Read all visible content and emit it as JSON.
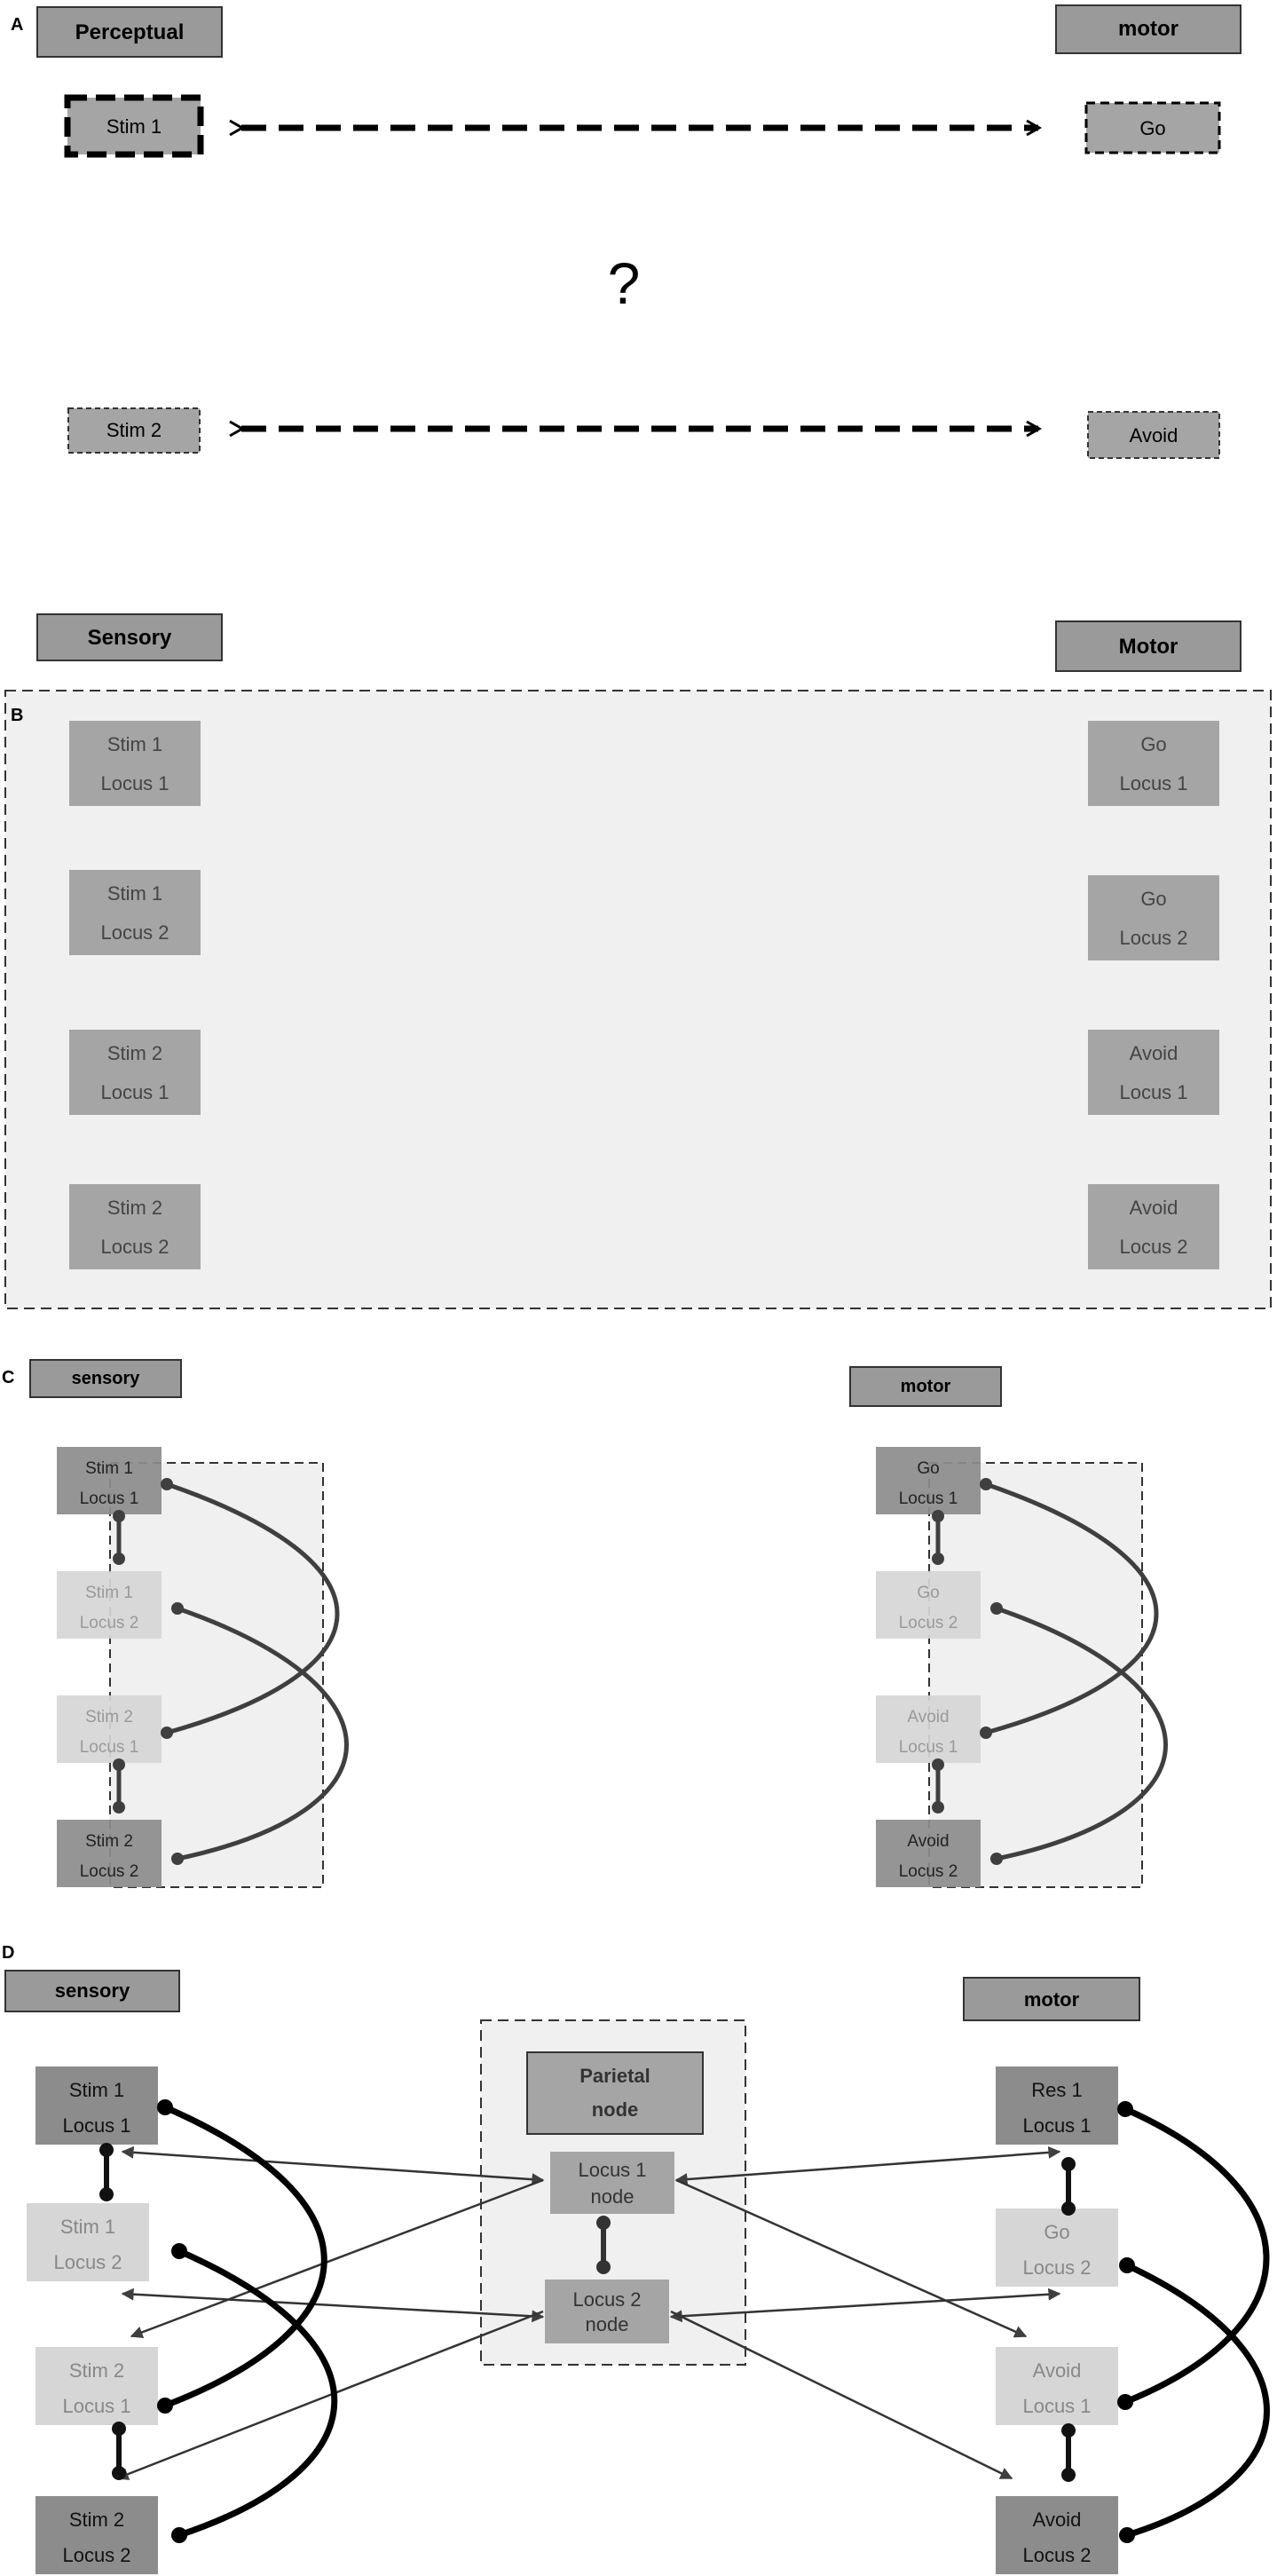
{
  "panel_a": {
    "letter": "A",
    "left_header": "Perceptual",
    "right_header": "motor",
    "stim1": "Stim 1",
    "stim2": "Stim 2",
    "go": "Go",
    "avoid": "Avoid",
    "question": "?"
  },
  "panel_b": {
    "letter": "B",
    "left_header": "Sensory",
    "right_header": "Motor",
    "left_boxes": [
      {
        "line1": "Stim 1",
        "line2": "Locus 1"
      },
      {
        "line1": "Stim 1",
        "line2": "Locus 2"
      },
      {
        "line1": "Stim 2",
        "line2": "Locus 1"
      },
      {
        "line1": "Stim 2",
        "line2": "Locus 2"
      }
    ],
    "right_boxes": [
      {
        "line1": "Go",
        "line2": "Locus 1"
      },
      {
        "line1": "Go",
        "line2": "Locus 2"
      },
      {
        "line1": "Avoid",
        "line2": "Locus 1"
      },
      {
        "line1": "Avoid",
        "line2": "Locus 2"
      }
    ]
  },
  "panel_c": {
    "letter": "C",
    "left_header": "sensory",
    "right_header": "motor",
    "left_boxes": [
      {
        "line1": "Stim 1",
        "line2": "Locus 1"
      },
      {
        "line1": "Stim 1",
        "line2": "Locus 2"
      },
      {
        "line1": "Stim 2",
        "line2": "Locus 1"
      },
      {
        "line1": "Stim 2",
        "line2": "Locus 2"
      }
    ],
    "right_boxes": [
      {
        "line1": "Go",
        "line2": "Locus 1"
      },
      {
        "line1": "Go",
        "line2": "Locus 2"
      },
      {
        "line1": "Avoid",
        "line2": "Locus 1"
      },
      {
        "line1": "Avoid",
        "line2": "Locus 2"
      }
    ]
  },
  "panel_d": {
    "letter": "D",
    "left_header": "sensory",
    "right_header": "motor",
    "parietal_line1": "Parietal",
    "parietal_line2": "node",
    "locus1_line1": "Locus 1",
    "locus1_line2": "node",
    "locus2_line1": "Locus 2",
    "locus2_line2": "node",
    "left_boxes": [
      {
        "line1": "Stim 1",
        "line2": "Locus 1"
      },
      {
        "line1": "Stim 1",
        "line2": "Locus 2"
      },
      {
        "line1": "Stim 2",
        "line2": "Locus 1"
      },
      {
        "line1": "Stim 2",
        "line2": "Locus 2"
      }
    ],
    "right_boxes": [
      {
        "line1": "Res 1",
        "line2": "Locus 1"
      },
      {
        "line1": "Go",
        "line2": "Locus 2"
      },
      {
        "line1": "Avoid",
        "line2": "Locus 1"
      },
      {
        "line1": "Avoid",
        "line2": "Locus 2"
      }
    ]
  },
  "colors": {
    "header_fill": "#9a9a9a",
    "box_fill": "#a5a5a5",
    "active_fill": "#8c8c8c",
    "faded_fill": "#d6d6d6",
    "panel_bg": "#f0f0f0",
    "line": "#3f3f3f"
  }
}
